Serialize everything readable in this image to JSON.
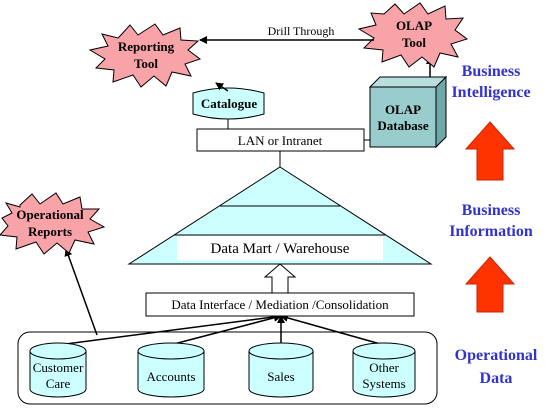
{
  "colors": {
    "star_fill": "#f7a3a8",
    "light_cyan": "#ccffff",
    "olap_box": "#99cccc",
    "side_text": "#3333cc",
    "arrow_red": "#ff3300"
  },
  "operational_sources": [
    "Customer Care",
    "Accounts",
    "Sales",
    "Other Systems"
  ],
  "data_interface": "Data Interface / Mediation /Consolidation",
  "warehouse": "Data Mart / Warehouse",
  "lan": "LAN or Intranet",
  "catalogue": "Catalogue",
  "olap_database": "OLAP Database",
  "reporting_tool": "Reporting Tool",
  "olap_tool": "OLAP Tool",
  "drill_through": "Drill Through",
  "operational_reports": "Operational Reports",
  "side_labels": {
    "business_intelligence": "Business Intelligence",
    "business_information": "Business Information",
    "operational_data": "Operational Data"
  }
}
